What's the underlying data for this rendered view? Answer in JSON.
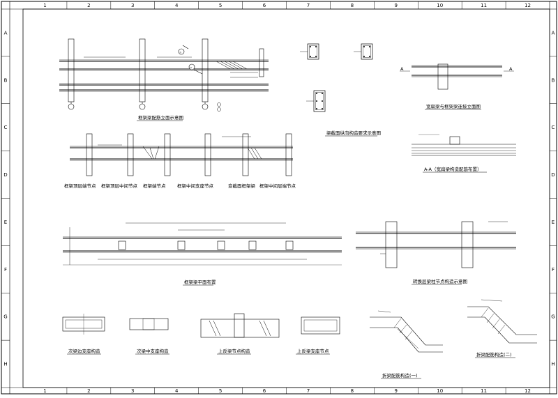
{
  "sheet": {
    "columns": [
      "1",
      "2",
      "3",
      "4",
      "5",
      "6",
      "7",
      "8",
      "9",
      "10",
      "11",
      "12"
    ],
    "rows": [
      "A",
      "B",
      "C",
      "D",
      "E",
      "F",
      "G",
      "H"
    ]
  },
  "captions": {
    "frame_elevation": "框架梁配筋立面示意图",
    "section_detail": "梁截面纵向构造要求示意图",
    "wide_beam_elev": "宽扁梁与框架梁连接立面图",
    "wide_beam_section": "A-A（宽扁梁构造配筋布置）",
    "node_top_end": "框架顶层端节点",
    "node_top_mid": "框架顶层中间节点",
    "node_end": "框架端节点",
    "node_mid": "框架中间支座节点",
    "node_variable": "变截面框架梁",
    "node_cantilever": "框架中间层端节点",
    "continuous_beam": "框架梁平面布置",
    "transfer_beam": "转换层梁柱节点构造示意图",
    "secondary_end": "次梁边支座构造",
    "secondary_mid": "次梁中支座构造",
    "hanging_bar": "上反梁节点构造",
    "upturned_end": "上反梁支座节点",
    "stair_1": "折梁配筋构造(一)",
    "stair_2": "折梁配筋构造(二)"
  },
  "marks": {
    "circle_1": "①",
    "circle_2": "②",
    "section_a": "A"
  }
}
